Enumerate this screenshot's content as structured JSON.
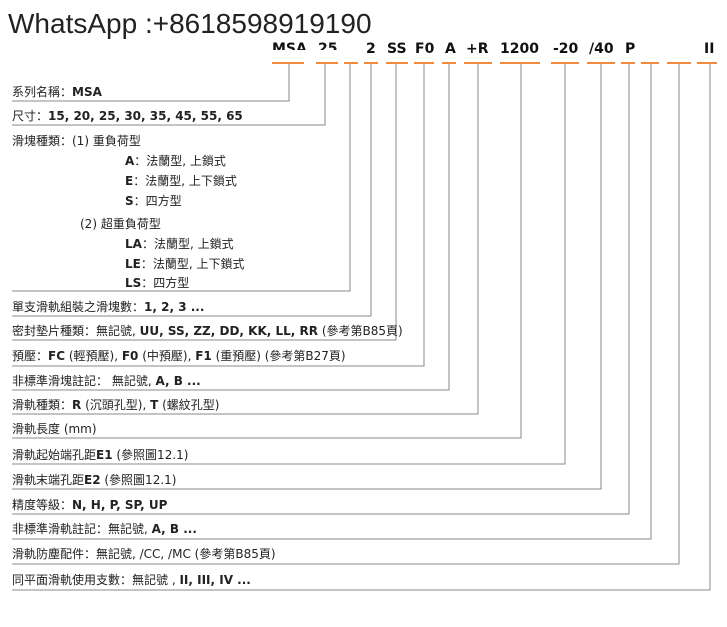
{
  "watermark": "WhatsApp :+8618598919190",
  "code": {
    "parts": [
      "MSA",
      "25",
      "2",
      "SS",
      "F0",
      "A",
      "+R",
      "1200",
      "-20",
      "/40",
      "P",
      "II"
    ]
  },
  "lines": [
    {
      "label": "系列名稱：",
      "value": "MSA"
    },
    {
      "label": "尺寸：",
      "value": "15, 20, 25, 30, 35, 45, 55, 65"
    },
    {
      "label": "滑塊種類：(1) 重負荷型"
    },
    {
      "label": "A",
      "value": "：法蘭型, 上鎖式"
    },
    {
      "label": "E",
      "value": "：法蘭型, 上下鎖式"
    },
    {
      "label": "S",
      "value": "：四方型"
    },
    {
      "label": "(2) 超重負荷型"
    },
    {
      "label": "LA",
      "value": "：法蘭型, 上鎖式"
    },
    {
      "label": "LE",
      "value": "：法蘭型, 上下鎖式"
    },
    {
      "label": "LS",
      "value": "：四方型"
    },
    {
      "label": "單支滑軌組裝之滑塊數：",
      "value": "1, 2, 3 ..."
    },
    {
      "label": "密封墊片種類：無記號, ",
      "value": "UU, SS, ZZ, DD, KK, LL, RR",
      "suffix": " (參考第B85頁)"
    },
    {
      "label": "預壓：",
      "value": "FC",
      "suffix": " (輕預壓), ",
      "v2": "F0",
      "s2": " (中預壓), ",
      "v3": "F1",
      "s3": " (重預壓) (參考第B27頁)"
    },
    {
      "label": "非標準滑塊註記： 無記號, ",
      "value": "A, B ..."
    },
    {
      "label": "滑軌種類：",
      "value": "R",
      "suffix": " (沉頭孔型), ",
      "v2": "T",
      "s2": " (螺紋孔型)"
    },
    {
      "label": "滑軌長度 (mm)"
    },
    {
      "label": "滑軌起始端孔距",
      "value": "E1",
      "suffix": " (參照圖12.1)"
    },
    {
      "label": "滑軌末端孔距",
      "value": "E2",
      "suffix": " (參照圖12.1)"
    },
    {
      "label": "精度等級：",
      "value": "N, H, P, SP, UP"
    },
    {
      "label": "非標準滑軌註記：無記號, ",
      "value": "A, B ..."
    },
    {
      "label": "滑軌防塵配件：無記號, /CC, /MC (參考第B85頁)"
    },
    {
      "label": "同平面滑軌使用支數：無記號 , ",
      "value": "II, III, IV ..."
    }
  ]
}
